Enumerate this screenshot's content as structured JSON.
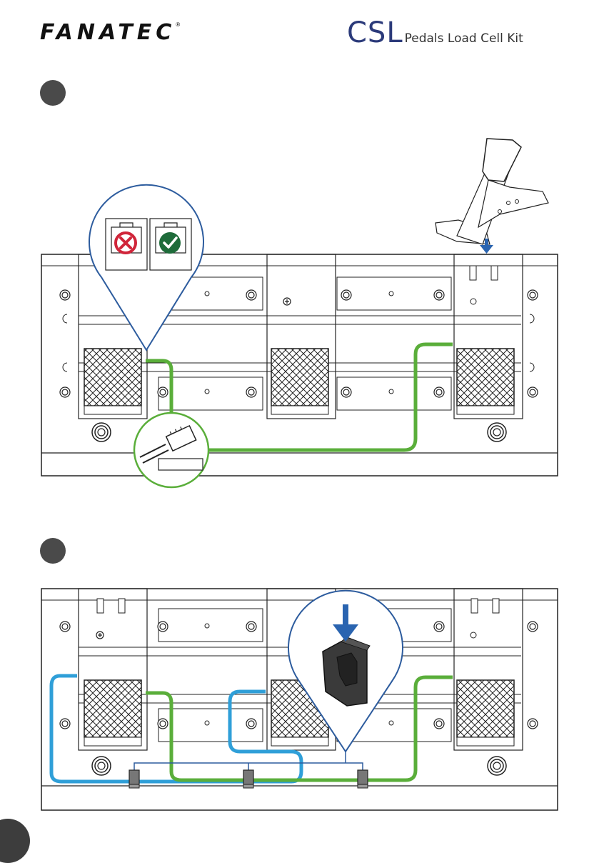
{
  "header": {
    "logo_text": "FANATEC",
    "logo_mark": "®",
    "product_brand": "CSL",
    "product_name": "Pedals Load Cell Kit"
  },
  "steps": [
    {
      "marker": "step-1"
    },
    {
      "marker": "step-2"
    }
  ],
  "icons": {
    "wrong": "cross-icon",
    "correct": "checkmark-icon",
    "press": "down-arrow-icon"
  },
  "colors": {
    "cable_green": "#5aae3a",
    "cable_blue": "#2f9fd8",
    "callout_blue": "#2d5c9e",
    "wrong_red": "#d0253a",
    "correct_green": "#1e6b3a",
    "arrow_blue": "#2a64b0",
    "step_dot": "#4a4a4a"
  }
}
